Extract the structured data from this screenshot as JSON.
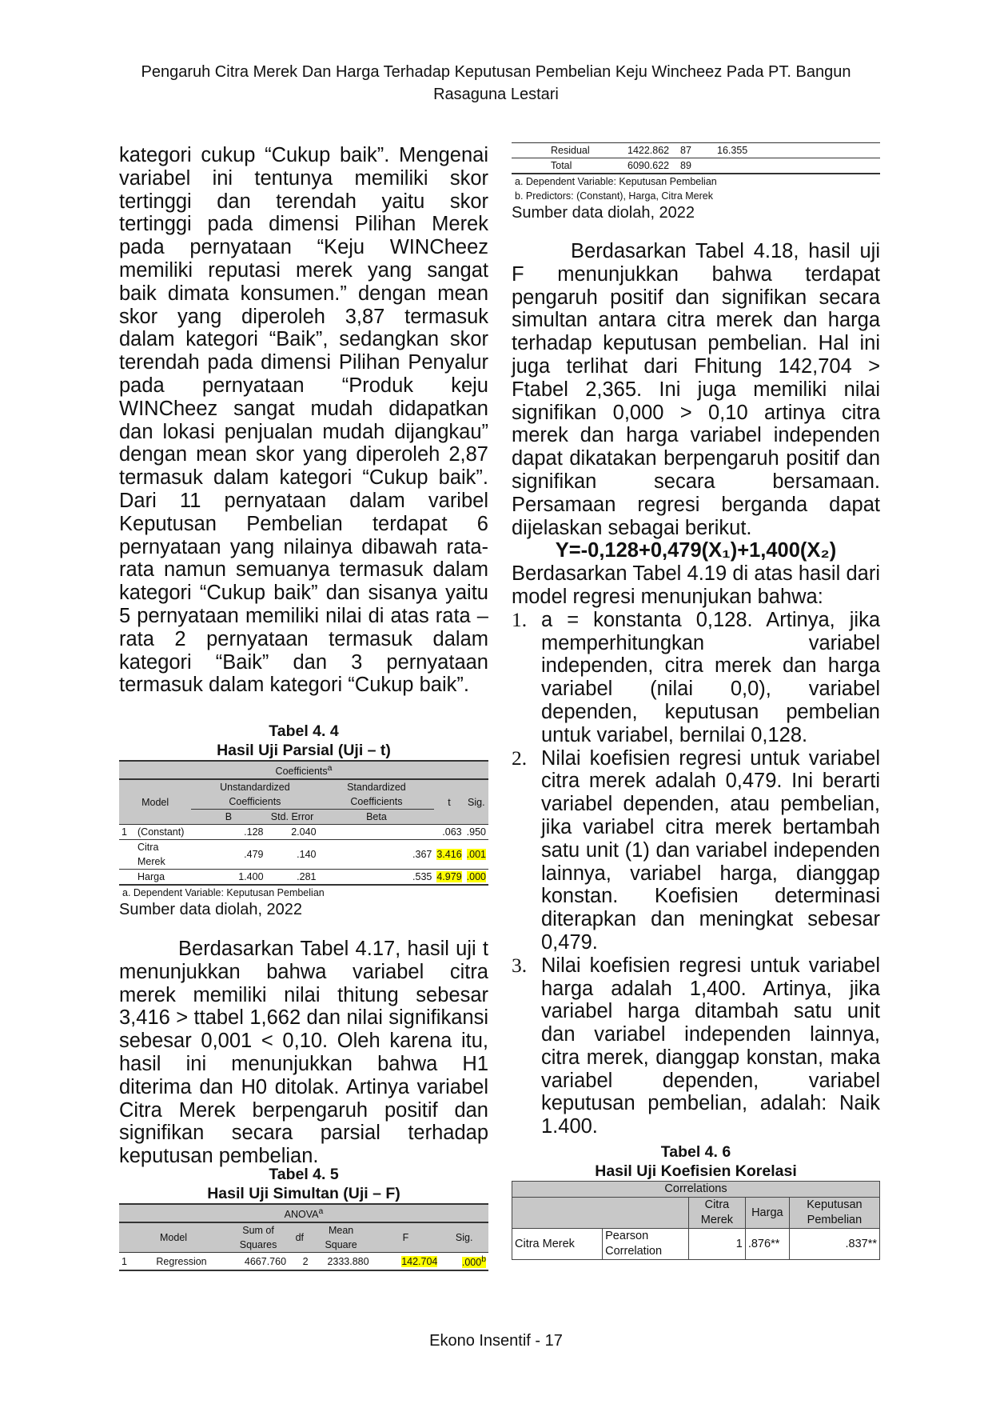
{
  "header": {
    "title_line1": "Pengaruh Citra Merek Dan Harga Terhadap Keputusan Pembelian Keju Wincheez Pada PT. Bangun",
    "title_line2": "Rasaguna Lestari"
  },
  "left": {
    "para1": "kategori cukup “Cukup baik”. Mengenai variabel ini tentunya memiliki skor tertinggi dan terendah yaitu skor tertinggi pada dimensi Pilihan Merek pada pernyataan “Keju WINCheez memiliki reputasi merek yang sangat baik dimata konsumen.” dengan mean skor yang diperoleh 3,87 termasuk dalam kategori “Baik”, sedangkan skor terendah pada dimensi Pilihan Penyalur pada pernyataan “Produk keju WINCheez sangat mudah didapatkan dan lokasi penjualan mudah dijangkau” dengan mean skor yang diperoleh 2,87 termasuk dalam kategori “Cukup baik”. Dari 11 pernyataan dalam varibel Keputusan Pembelian terdapat 6 pernyataan yang nilainya dibawah rata-rata namun semuanya termasuk dalam kategori “Cukup baik” dan sisanya yaitu 5 pernyataan memiliki nilai di atas rata – rata 2 pernyataan termasuk dalam kategori “Baik” dan 3 pernyataan termasuk dalam kategori “Cukup baik”.",
    "table44": {
      "caption1": "Tabel 4. 4",
      "caption2": "Hasil Uji Parsial (Uji – t)",
      "title": "Coefficients",
      "title_sup": "a",
      "h_model": "Model",
      "h_unstd": "Unstandardized Coefficients",
      "h_std": "Standardized Coefficients",
      "h_t": "t",
      "h_sig": "Sig.",
      "h_b": "B",
      "h_se": "Std. Error",
      "h_beta": "Beta",
      "rows": [
        {
          "model": "1",
          "name": "(Constant)",
          "b": ".128",
          "se": "2.040",
          "beta": "",
          "t": ".063",
          "sig": ".950"
        },
        {
          "model": "",
          "name": "Citra Merek",
          "b": ".479",
          "se": ".140",
          "beta": ".367",
          "t": "3.416",
          "sig": ".001"
        },
        {
          "model": "",
          "name": "Harga",
          "b": "1.400",
          "se": ".281",
          "beta": ".535",
          "t": "4.979",
          "sig": ".000"
        }
      ],
      "note": "a. Dependent Variable: Keputusan Pembelian",
      "source": "Sumber data diolah, 2022"
    },
    "para2": "Berdasarkan Tabel 4.17, hasil uji t menunjukkan bahwa variabel citra merek memiliki nilai thitung sebesar 3,416 > ttabel 1,662 dan nilai signifikansi sebesar 0,001 < 0,10. Oleh karena itu, hasil ini menunjukkan bahwa H1 diterima dan H0 ditolak. Artinya variabel Citra Merek berpengaruh positif dan signifikan secara parsial terhadap keputusan pembelian.",
    "table45": {
      "caption1": "Tabel 4. 5",
      "caption2": "Hasil Uji Simultan (Uji – F)",
      "title": "ANOVA",
      "title_sup": "a",
      "h_model": "Model",
      "h_ss": "Sum of Squares",
      "h_df": "df",
      "h_ms": "Mean Square",
      "h_f": "F",
      "h_sig": "Sig.",
      "row": {
        "model": "1",
        "name": "Regression",
        "ss": "4667.760",
        "df": "2",
        "ms": "2333.880",
        "f": "142.704",
        "sig": ".000",
        "sig_sup": "b"
      }
    }
  },
  "right": {
    "table45_cont": {
      "rows": [
        {
          "name": "Residual",
          "ss": "1422.862",
          "df": "87",
          "ms": "16.355"
        },
        {
          "name": "Total",
          "ss": "6090.622",
          "df": "89",
          "ms": ""
        }
      ],
      "note_a": "a. Dependent Variable: Keputusan Pembelian",
      "note_b": "b. Predictors: (Constant), Harga, Citra Merek",
      "source": "Sumber data diolah, 2022"
    },
    "para1": "Berdasarkan Tabel 4.18, hasil uji F menunjukkan bahwa terdapat pengaruh positif dan signifikan secara simultan antara citra merek dan harga terhadap keputusan pembelian. Hal ini juga terlihat dari Fhitung 142,704 > Ftabel 2,365. Ini juga memiliki nilai signifikan 0,000 > 0,10 artinya citra merek dan harga variabel independen dapat dikatakan berpengaruh positif dan signifikan secara bersamaan. Persamaan regresi berganda dapat dijelaskan sebagai berikut.",
    "equation": "Y=-0,128+0,479(X₁)+1,400(X₂)",
    "para2": "Berdasarkan Tabel 4.19 di atas hasil dari model regresi menunjukan bahwa:",
    "list": [
      {
        "num": "1.",
        "text": "a = konstanta 0,128. Artinya, jika memperhitungkan variabel independen, citra merek dan harga variabel (nilai 0,0), variabel dependen, keputusan pembelian untuk variabel, bernilai 0,128."
      },
      {
        "num": "2.",
        "text": "Nilai koefisien regresi untuk variabel citra merek adalah 0,479. Ini berarti variabel dependen, atau pembelian, jika variabel citra merek bertambah satu unit (1) dan variabel independen lainnya, variabel harga, dianggap konstan. Koefisien determinasi diterapkan dan meningkat sebesar 0,479."
      },
      {
        "num": "3.",
        "text": "Nilai koefisien regresi untuk variabel harga adalah 1,400. Artinya, jika variabel harga ditambah satu unit dan variabel independen lainnya, citra merek, dianggap konstan, maka variabel dependen, variabel keputusan pembelian, adalah: Naik 1.400."
      }
    ],
    "table46": {
      "caption1": "Tabel 4. 6",
      "caption2": "Hasil Uji Koefisien Korelasi",
      "title": "Correlations",
      "h_citra": "Citra Merek",
      "h_harga": "Harga",
      "h_kp": "Keputusan Pembelian",
      "row": {
        "name": "Citra Merek",
        "stat": "Pearson Correlation",
        "citra": "1",
        "harga": ".876**",
        "kp": ".837**"
      }
    }
  },
  "footer": "Ekono Insentif - 17"
}
